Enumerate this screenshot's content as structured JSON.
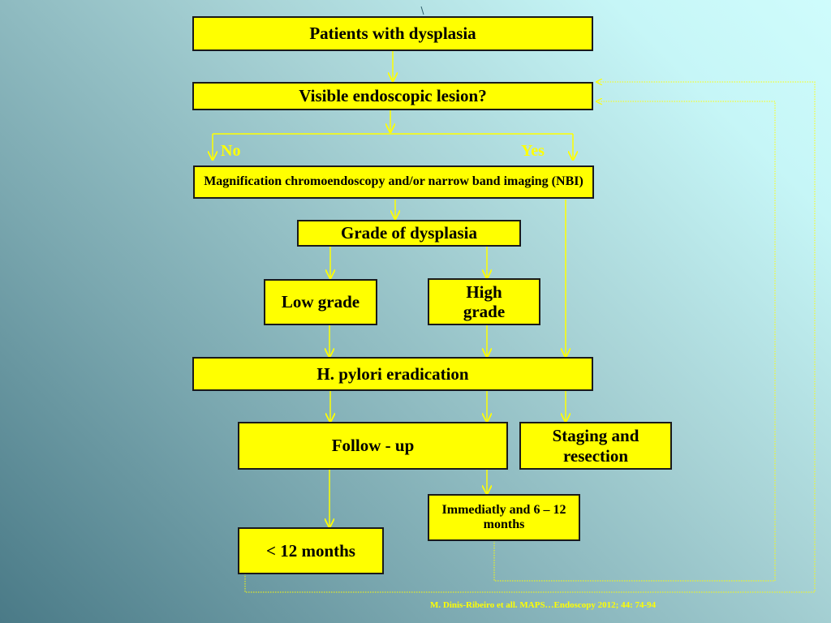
{
  "diagram": {
    "boxes": {
      "patients": "Patients with dysplasia",
      "visible_lesion": "Visible endoscopic lesion?",
      "magnification": "Magnification chromoendoscopy  and/or narrow band imaging (NBI)",
      "grade": "Grade of  dysplasia",
      "low_grade": "Low grade",
      "high_grade": "High grade",
      "h_pylori": "H. pylori eradication",
      "follow_up": "Follow - up",
      "staging": "Staging and resection",
      "immediately": "Immediatly and 6 – 12 months",
      "lt_12": "< 12 months"
    },
    "labels": {
      "no": "No",
      "yes": "Yes"
    },
    "citation": "M. Dinis-Ribeiro et all. MAPS…Endoscopy 2012; 44: 74-94",
    "colors": {
      "box_fill": "#ffff00",
      "box_border": "#1a1a1a",
      "arrow": "#ffff00"
    }
  }
}
